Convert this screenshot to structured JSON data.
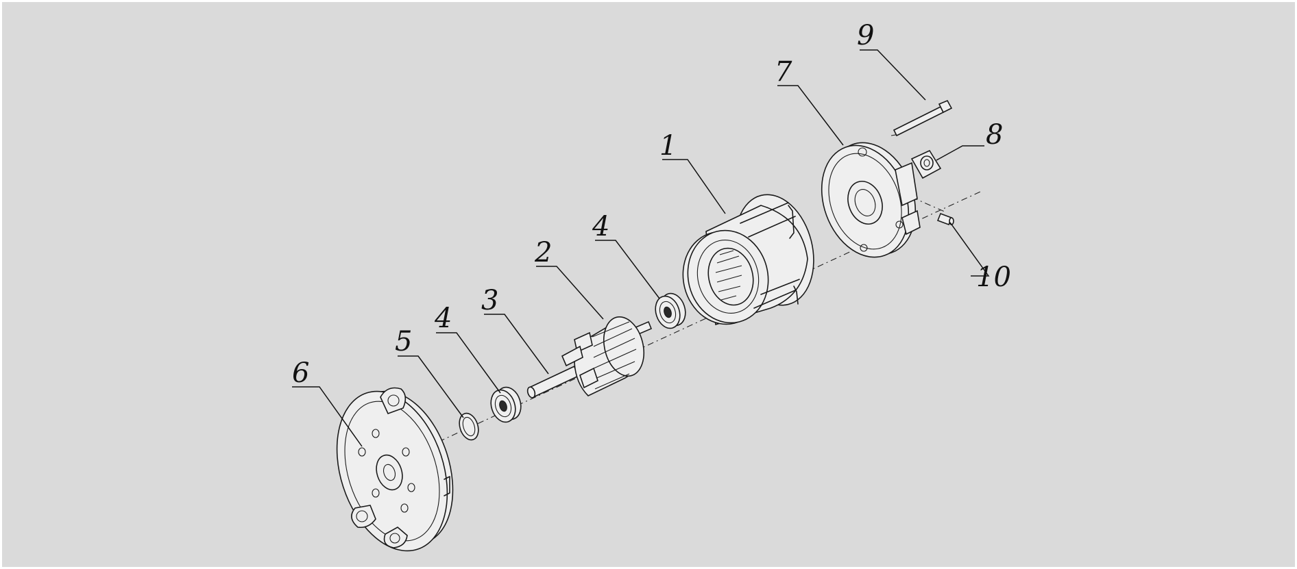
{
  "colors": {
    "background": "#dadada",
    "line": "#1a1a1a"
  },
  "callouts": [
    {
      "id": "c1",
      "label": "1"
    },
    {
      "id": "c2",
      "label": "2"
    },
    {
      "id": "c3",
      "label": "3"
    },
    {
      "id": "c4a",
      "label": "4"
    },
    {
      "id": "c4b",
      "label": "4"
    },
    {
      "id": "c5",
      "label": "5"
    },
    {
      "id": "c6",
      "label": "6"
    },
    {
      "id": "c7",
      "label": "7"
    },
    {
      "id": "c8",
      "label": "8"
    },
    {
      "id": "c9",
      "label": "9"
    },
    {
      "id": "c10",
      "label": "10"
    }
  ]
}
